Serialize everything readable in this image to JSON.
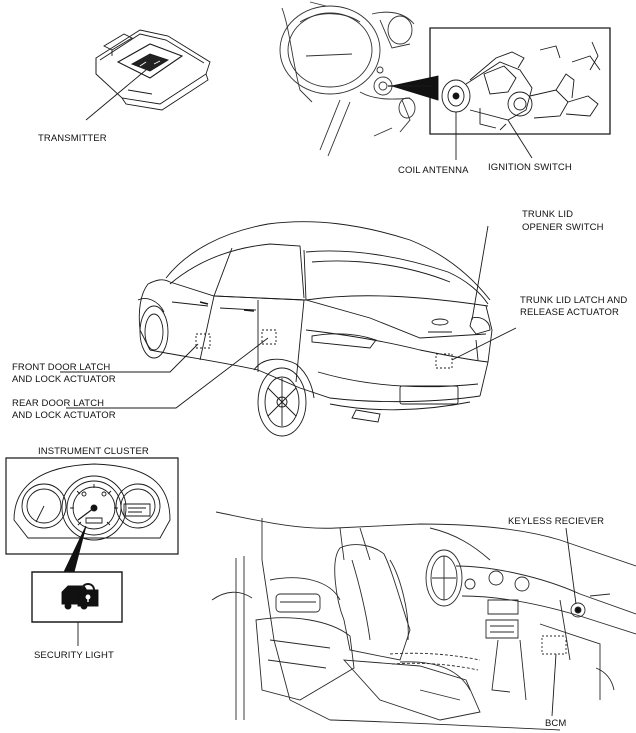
{
  "labels": {
    "transmitter": "TRANSMITTER",
    "coil_antenna": "COIL ANTENNA",
    "ignition_switch": "IGNITION SWITCH",
    "trunk_lid_opener_switch_1": "TRUNK LID",
    "trunk_lid_opener_switch_2": "OPENER SWITCH",
    "trunk_lid_latch_1": "TRUNK LID LATCH AND",
    "trunk_lid_latch_2": "RELEASE ACTUATOR",
    "front_door_latch_1": "FRONT DOOR LATCH",
    "front_door_latch_2": "AND LOCK ACTUATOR",
    "rear_door_latch_1": "REAR DOOR LATCH",
    "rear_door_latch_2": "AND LOCK ACTUATOR",
    "instrument_cluster": "INSTRUMENT CLUSTER",
    "security_light": "SECURITY LIGHT",
    "keyless_receiver": "KEYLESS RECIEVER",
    "bcm": "BCM"
  },
  "colors": {
    "line": "#1a1a1a",
    "light_line": "#6b6b6b",
    "background": "#ffffff"
  }
}
